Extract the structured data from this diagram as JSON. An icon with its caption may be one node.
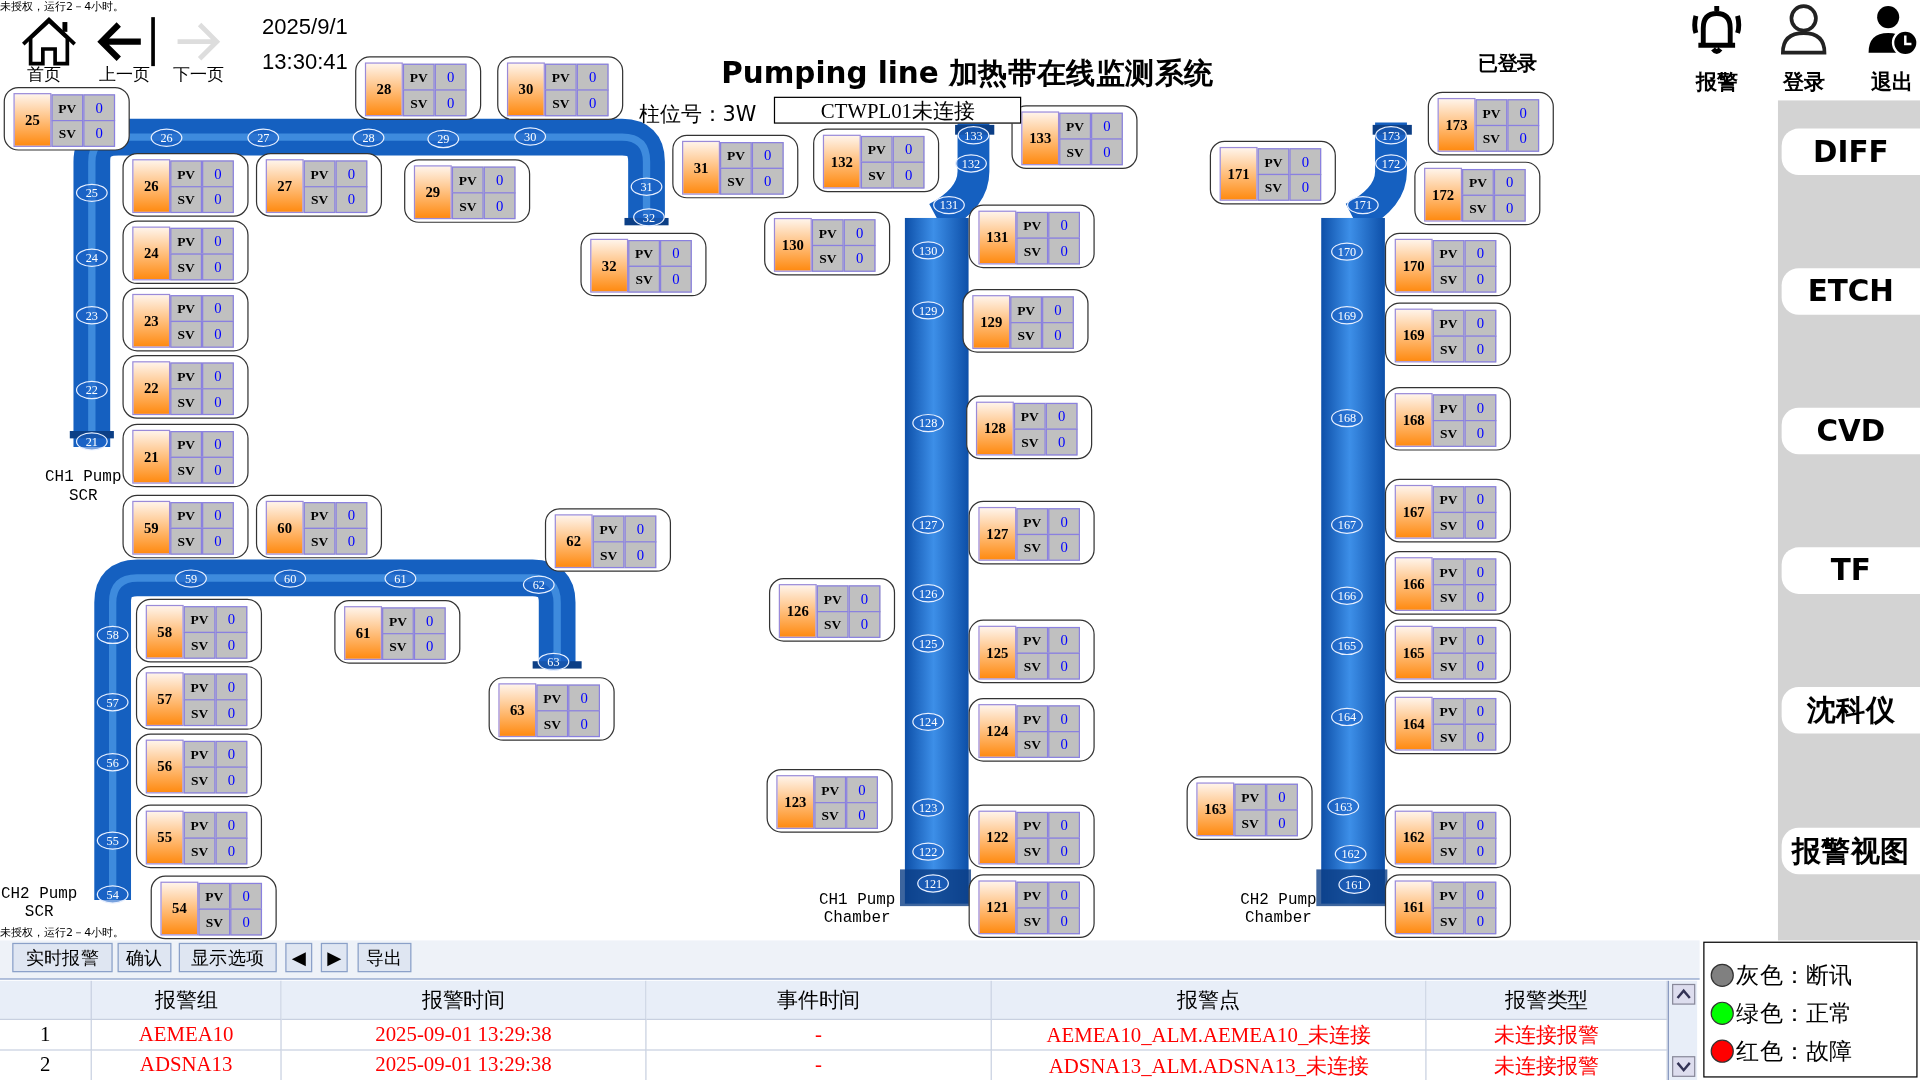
{
  "diagram": {
    "title": "Pumping line 加热带在线监测系统",
    "nodes": [
      {
        "text": [
          "25",
          "PV",
          "0",
          "SV",
          "0"
        ]
      },
      {
        "text": [
          "28",
          "PV",
          "0",
          "SV",
          "0"
        ]
      },
      {
        "text": [
          "30",
          "PV",
          "0",
          "SV",
          "0"
        ]
      },
      {
        "text": [
          "26",
          "PV",
          "0",
          "SV",
          "0"
        ]
      },
      {
        "text": [
          "27",
          "PV",
          "0",
          "SV",
          "0"
        ]
      },
      {
        "text": [
          "29",
          "PV",
          "0",
          "SV",
          "0"
        ]
      },
      {
        "text": [
          "31",
          "PV",
          "0",
          "SV",
          "0"
        ]
      },
      {
        "text": [
          "32",
          "PV",
          "0",
          "SV",
          "0"
        ]
      },
      {
        "text": [
          "24",
          "PV",
          "0",
          "SV",
          "0"
        ]
      },
      {
        "text": [
          "23",
          "PV",
          "0",
          "SV",
          "0"
        ]
      },
      {
        "text": [
          "22",
          "PV",
          "0",
          "SV",
          "0"
        ]
      },
      {
        "text": [
          "21",
          "PV",
          "0",
          "SV",
          "0"
        ]
      },
      {
        "text": [
          "59",
          "PV",
          "0",
          "SV",
          "0"
        ]
      },
      {
        "text": [
          "60",
          "PV",
          "0",
          "SV",
          "0"
        ]
      },
      {
        "text": [
          "62",
          "PV",
          "0",
          "SV",
          "0"
        ]
      },
      {
        "text": [
          "58",
          "PV",
          "0",
          "SV",
          "0"
        ]
      },
      {
        "text": [
          "61",
          "PV",
          "0",
          "SV",
          "0"
        ]
      },
      {
        "text": [
          "57",
          "PV",
          "0",
          "SV",
          "0"
        ]
      },
      {
        "text": [
          "56",
          "PV",
          "0",
          "SV",
          "0"
        ]
      },
      {
        "text": [
          "63",
          "PV",
          "0",
          "SV",
          "0"
        ]
      },
      {
        "text": [
          "55",
          "PV",
          "0",
          "SV",
          "0"
        ]
      },
      {
        "text": [
          "54",
          "PV",
          "0",
          "SV",
          "0"
        ]
      },
      {
        "text": [
          "132",
          "PV",
          "0",
          "SV",
          "0"
        ]
      },
      {
        "text": [
          "133",
          "PV",
          "0",
          "SV",
          "0"
        ]
      },
      {
        "text": [
          "130",
          "PV",
          "0",
          "SV",
          "0"
        ]
      },
      {
        "text": [
          "131",
          "PV",
          "0",
          "SV",
          "0"
        ]
      },
      {
        "text": [
          "129",
          "PV",
          "0",
          "SV",
          "0"
        ]
      },
      {
        "text": [
          "128",
          "PV",
          "0",
          "SV",
          "0"
        ]
      },
      {
        "text": [
          "127",
          "PV",
          "0",
          "SV",
          "0"
        ]
      },
      {
        "text": [
          "126",
          "PV",
          "0",
          "SV",
          "0"
        ]
      },
      {
        "text": [
          "125",
          "PV",
          "0",
          "SV",
          "0"
        ]
      },
      {
        "text": [
          "124",
          "PV",
          "0",
          "SV",
          "0"
        ]
      },
      {
        "text": [
          "123",
          "PV",
          "0",
          "SV",
          "0"
        ]
      },
      {
        "text": [
          "122",
          "PV",
          "0",
          "SV",
          "0"
        ]
      },
      {
        "text": [
          "121",
          "PV",
          "0",
          "SV",
          "0"
        ]
      },
      {
        "text": [
          "173",
          "PV",
          "0",
          "SV",
          "0"
        ]
      },
      {
        "text": [
          "171",
          "PV",
          "0",
          "SV",
          "0"
        ]
      },
      {
        "text": [
          "172",
          "PV",
          "0",
          "SV",
          "0"
        ]
      },
      {
        "text": [
          "170",
          "PV",
          "0",
          "SV",
          "0"
        ]
      },
      {
        "text": [
          "169",
          "PV",
          "0",
          "SV",
          "0"
        ]
      },
      {
        "text": [
          "168",
          "PV",
          "0",
          "SV",
          "0"
        ]
      },
      {
        "text": [
          "167",
          "PV",
          "0",
          "SV",
          "0"
        ]
      },
      {
        "text": [
          "166",
          "PV",
          "0",
          "SV",
          "0"
        ]
      },
      {
        "text": [
          "165",
          "PV",
          "0",
          "SV",
          "0"
        ]
      },
      {
        "text": [
          "164",
          "PV",
          "0",
          "SV",
          "0"
        ]
      },
      {
        "text": [
          "163",
          "PV",
          "0",
          "SV",
          "0"
        ]
      },
      {
        "text": [
          "162",
          "PV",
          "0",
          "SV",
          "0"
        ]
      },
      {
        "text": [
          "161",
          "PV",
          "0",
          "SV",
          "0"
        ]
      },
      {
        "text": [
          "CTWPL01未连接"
        ]
      }
    ],
    "edges": [],
    "labels": [
      "未授权，运行2－4小时。",
      "首页",
      "上一页",
      "下一页",
      "2025/9/1",
      "13:30:41",
      "柱位号：3W",
      "已登录",
      "报警",
      "登录",
      "退出",
      "DIFF",
      "ETCH",
      "CVD",
      "TF",
      "沈科仪",
      "报警视图",
      "25",
      "26",
      "27",
      "28",
      "29",
      "30",
      "31",
      "32",
      "24",
      "23",
      "22",
      "21",
      "CH1 Pump SCR",
      "59",
      "60",
      "61",
      "62",
      "58",
      "63",
      "57",
      "56",
      "55",
      "54",
      "CH2 Pump SCR",
      "133",
      "132",
      "131",
      "130",
      "129",
      "128",
      "127",
      "126",
      "125",
      "124",
      "123",
      "122",
      "121",
      "CH1 Pump Chamber",
      "173",
      "172",
      "171",
      "170",
      "169",
      "168",
      "167",
      "166",
      "165",
      "164",
      "163",
      "162",
      "161",
      "CH2 Pump Chamber",
      "未授权，运行2－4小时。",
      "实时报警",
      "确认",
      "显示选项",
      "◀",
      "▶",
      "导出",
      "报警组",
      "报警时间",
      "事件时间",
      "报警点",
      "报警类型",
      "1",
      "AEMEA10",
      "2025-09-01 13:29:38",
      "-",
      "AEMEA10_ALM.AEMEA10_未连接",
      "未连接报警",
      "2",
      "ADSNA13",
      "2025-09-01 13:29:38",
      "-",
      "ADSNA13_ALM.ADSNA13_未连接",
      "未连接报警"
    ],
    "legend": [
      {
        "text": "灰色：断讯",
        "color": "#808080"
      },
      {
        "text": "绿色：正常",
        "color": "#00ff00"
      },
      {
        "text": "红色：故障",
        "color": "#ff0000"
      }
    ]
  }
}
